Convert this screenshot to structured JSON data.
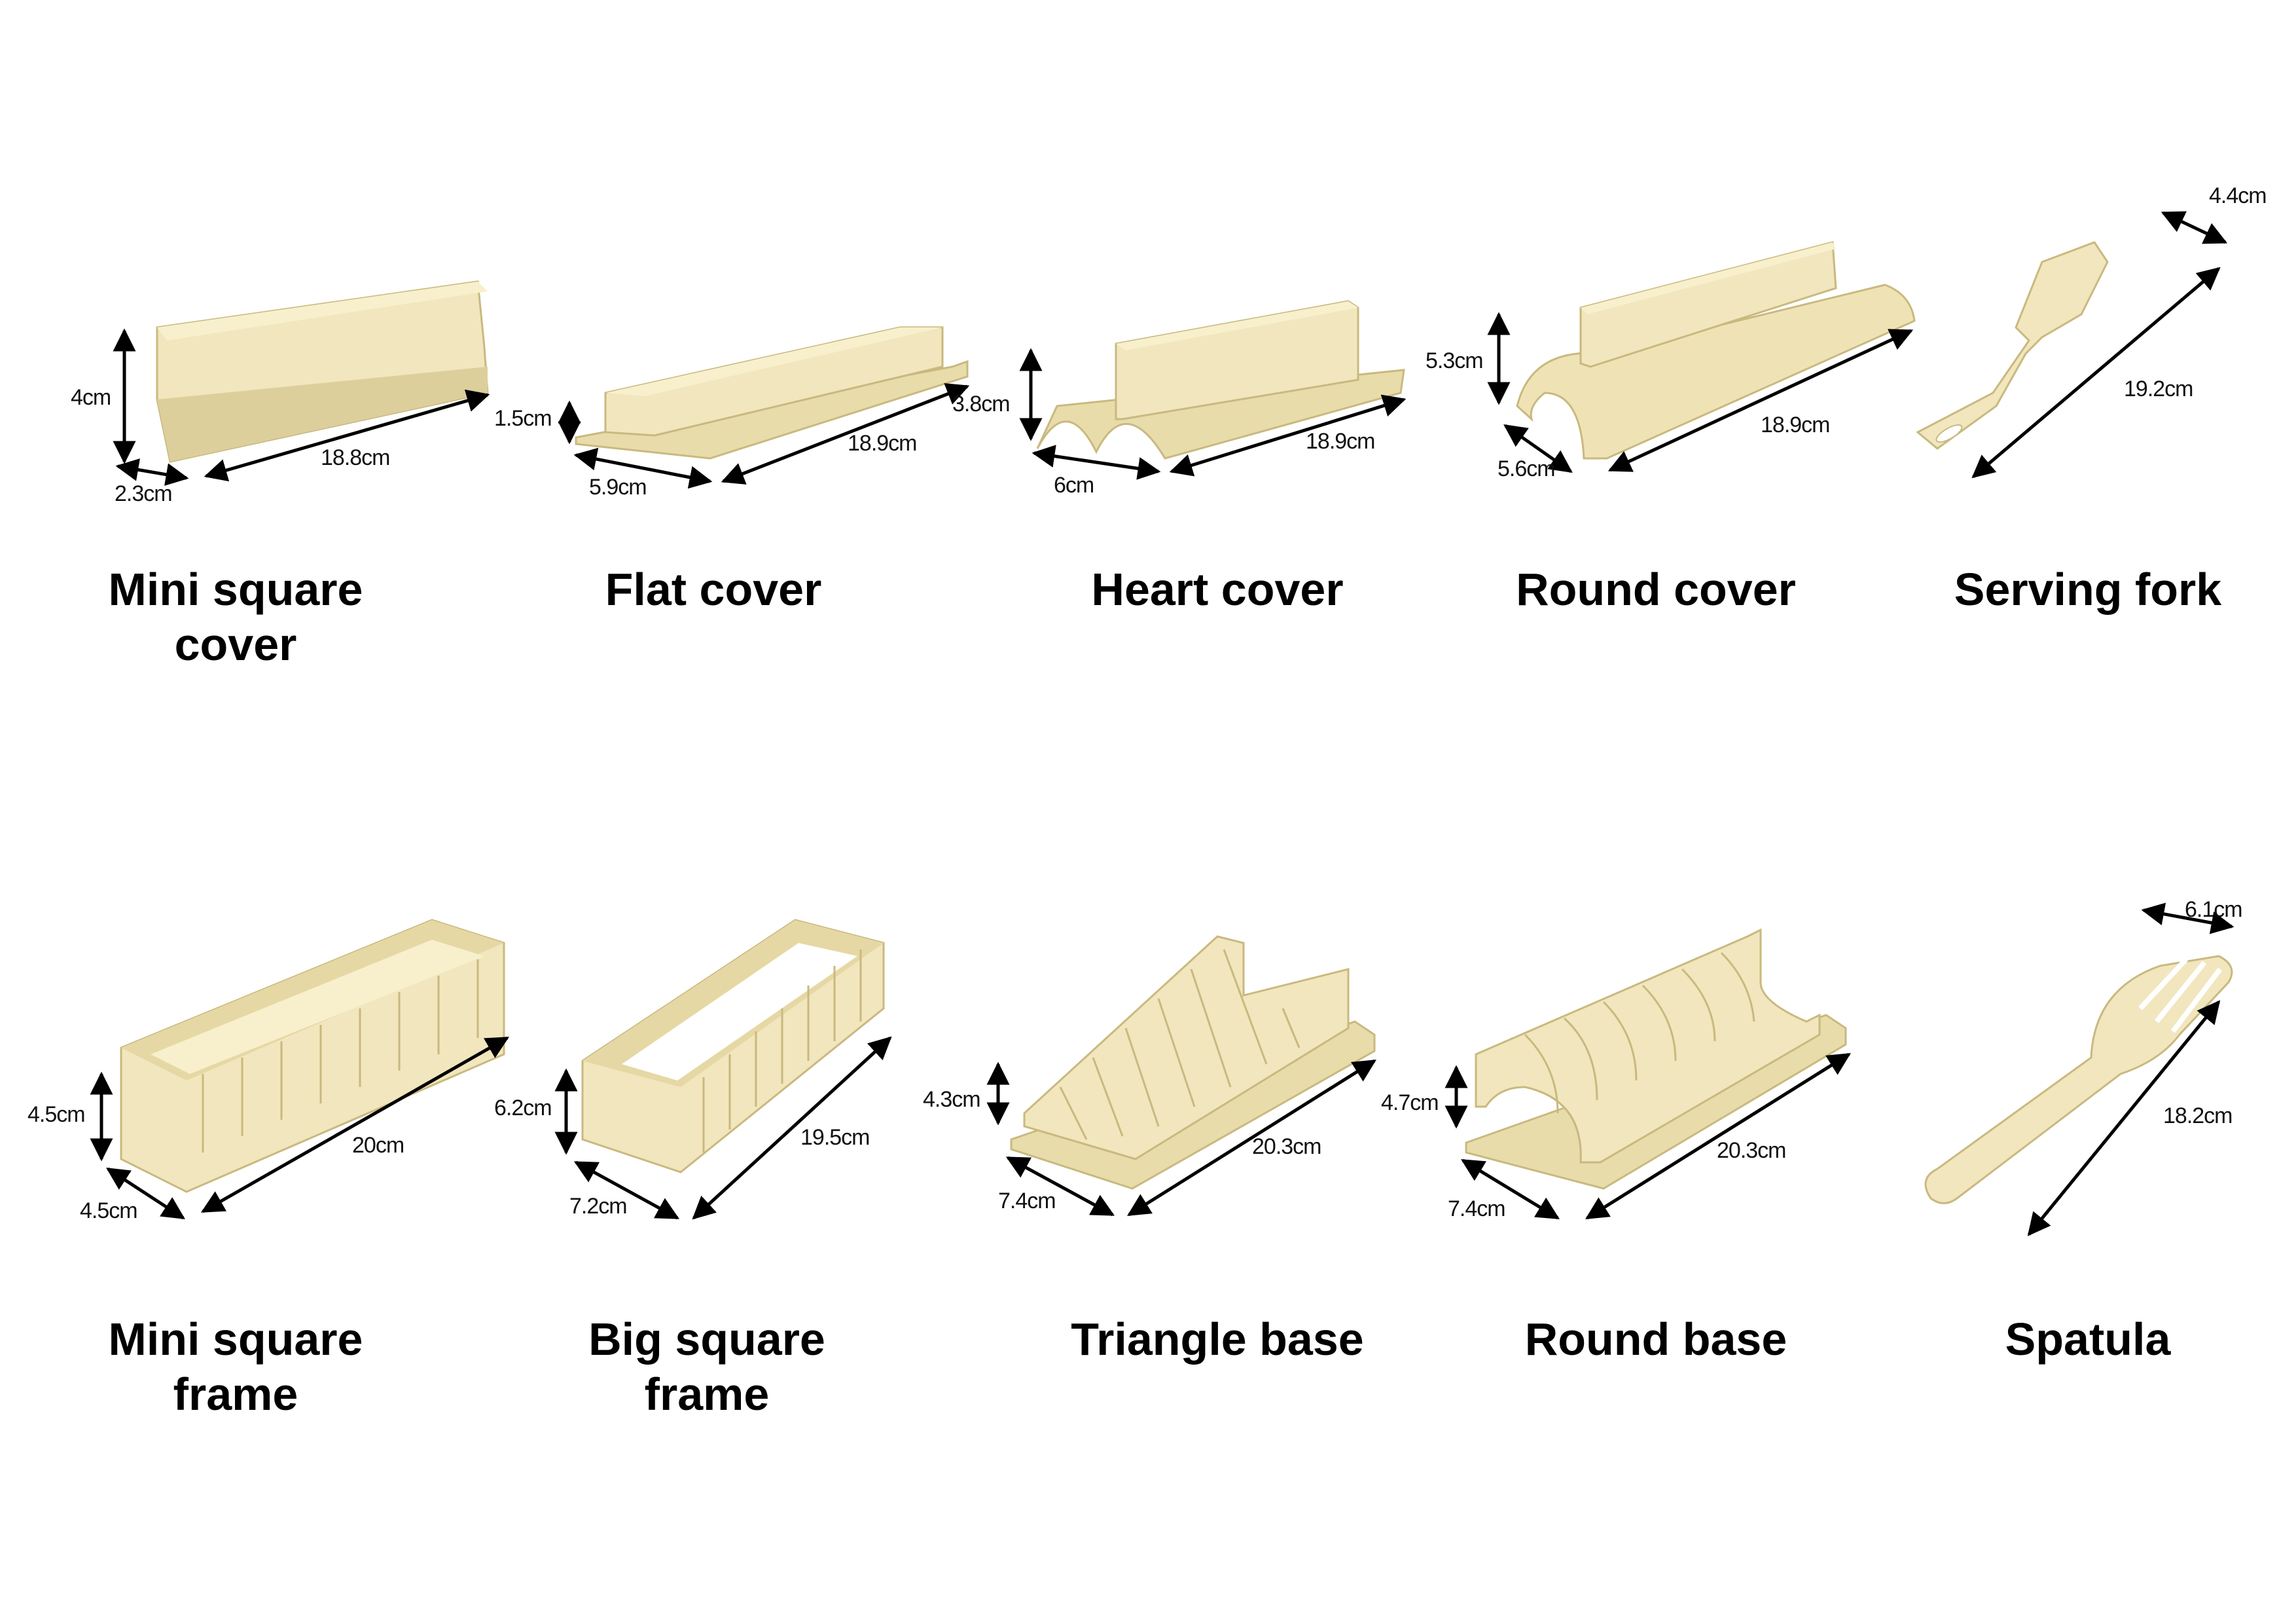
{
  "colors": {
    "plastic": "#f1e6bd",
    "plastic_shade": "#dccf9c",
    "plastic_edge": "#c9b97f",
    "arrow": "#000000"
  },
  "items": [
    {
      "name": "Mini square cover",
      "dims": [
        "4cm",
        "2.3cm",
        "18.8cm"
      ]
    },
    {
      "name": "Flat cover",
      "dims": [
        "1.5cm",
        "5.9cm",
        "18.9cm"
      ]
    },
    {
      "name": "Heart cover",
      "dims": [
        "3.8cm",
        "6cm",
        "18.9cm"
      ]
    },
    {
      "name": "Round cover",
      "dims": [
        "5.3cm",
        "5.6cm",
        "18.9cm"
      ]
    },
    {
      "name": "Serving fork",
      "dims": [
        "4.4cm",
        "19.2cm"
      ]
    },
    {
      "name": "Mini square frame",
      "dims": [
        "4.5cm",
        "4.5cm",
        "20cm"
      ]
    },
    {
      "name": "Big square frame",
      "dims": [
        "6.2cm",
        "7.2cm",
        "19.5cm"
      ]
    },
    {
      "name": "Triangle base",
      "dims": [
        "4.3cm",
        "7.4cm",
        "20.3cm"
      ]
    },
    {
      "name": "Round base",
      "dims": [
        "4.7cm",
        "7.4cm",
        "20.3cm"
      ]
    },
    {
      "name": "Spatula",
      "dims": [
        "6.1cm",
        "18.2cm"
      ]
    }
  ],
  "title_lines": {
    "mini_square_cover": "Mini square\ncover",
    "mini_square_frame": "Mini square\nframe",
    "big_square_frame": "Big square\nframe"
  }
}
